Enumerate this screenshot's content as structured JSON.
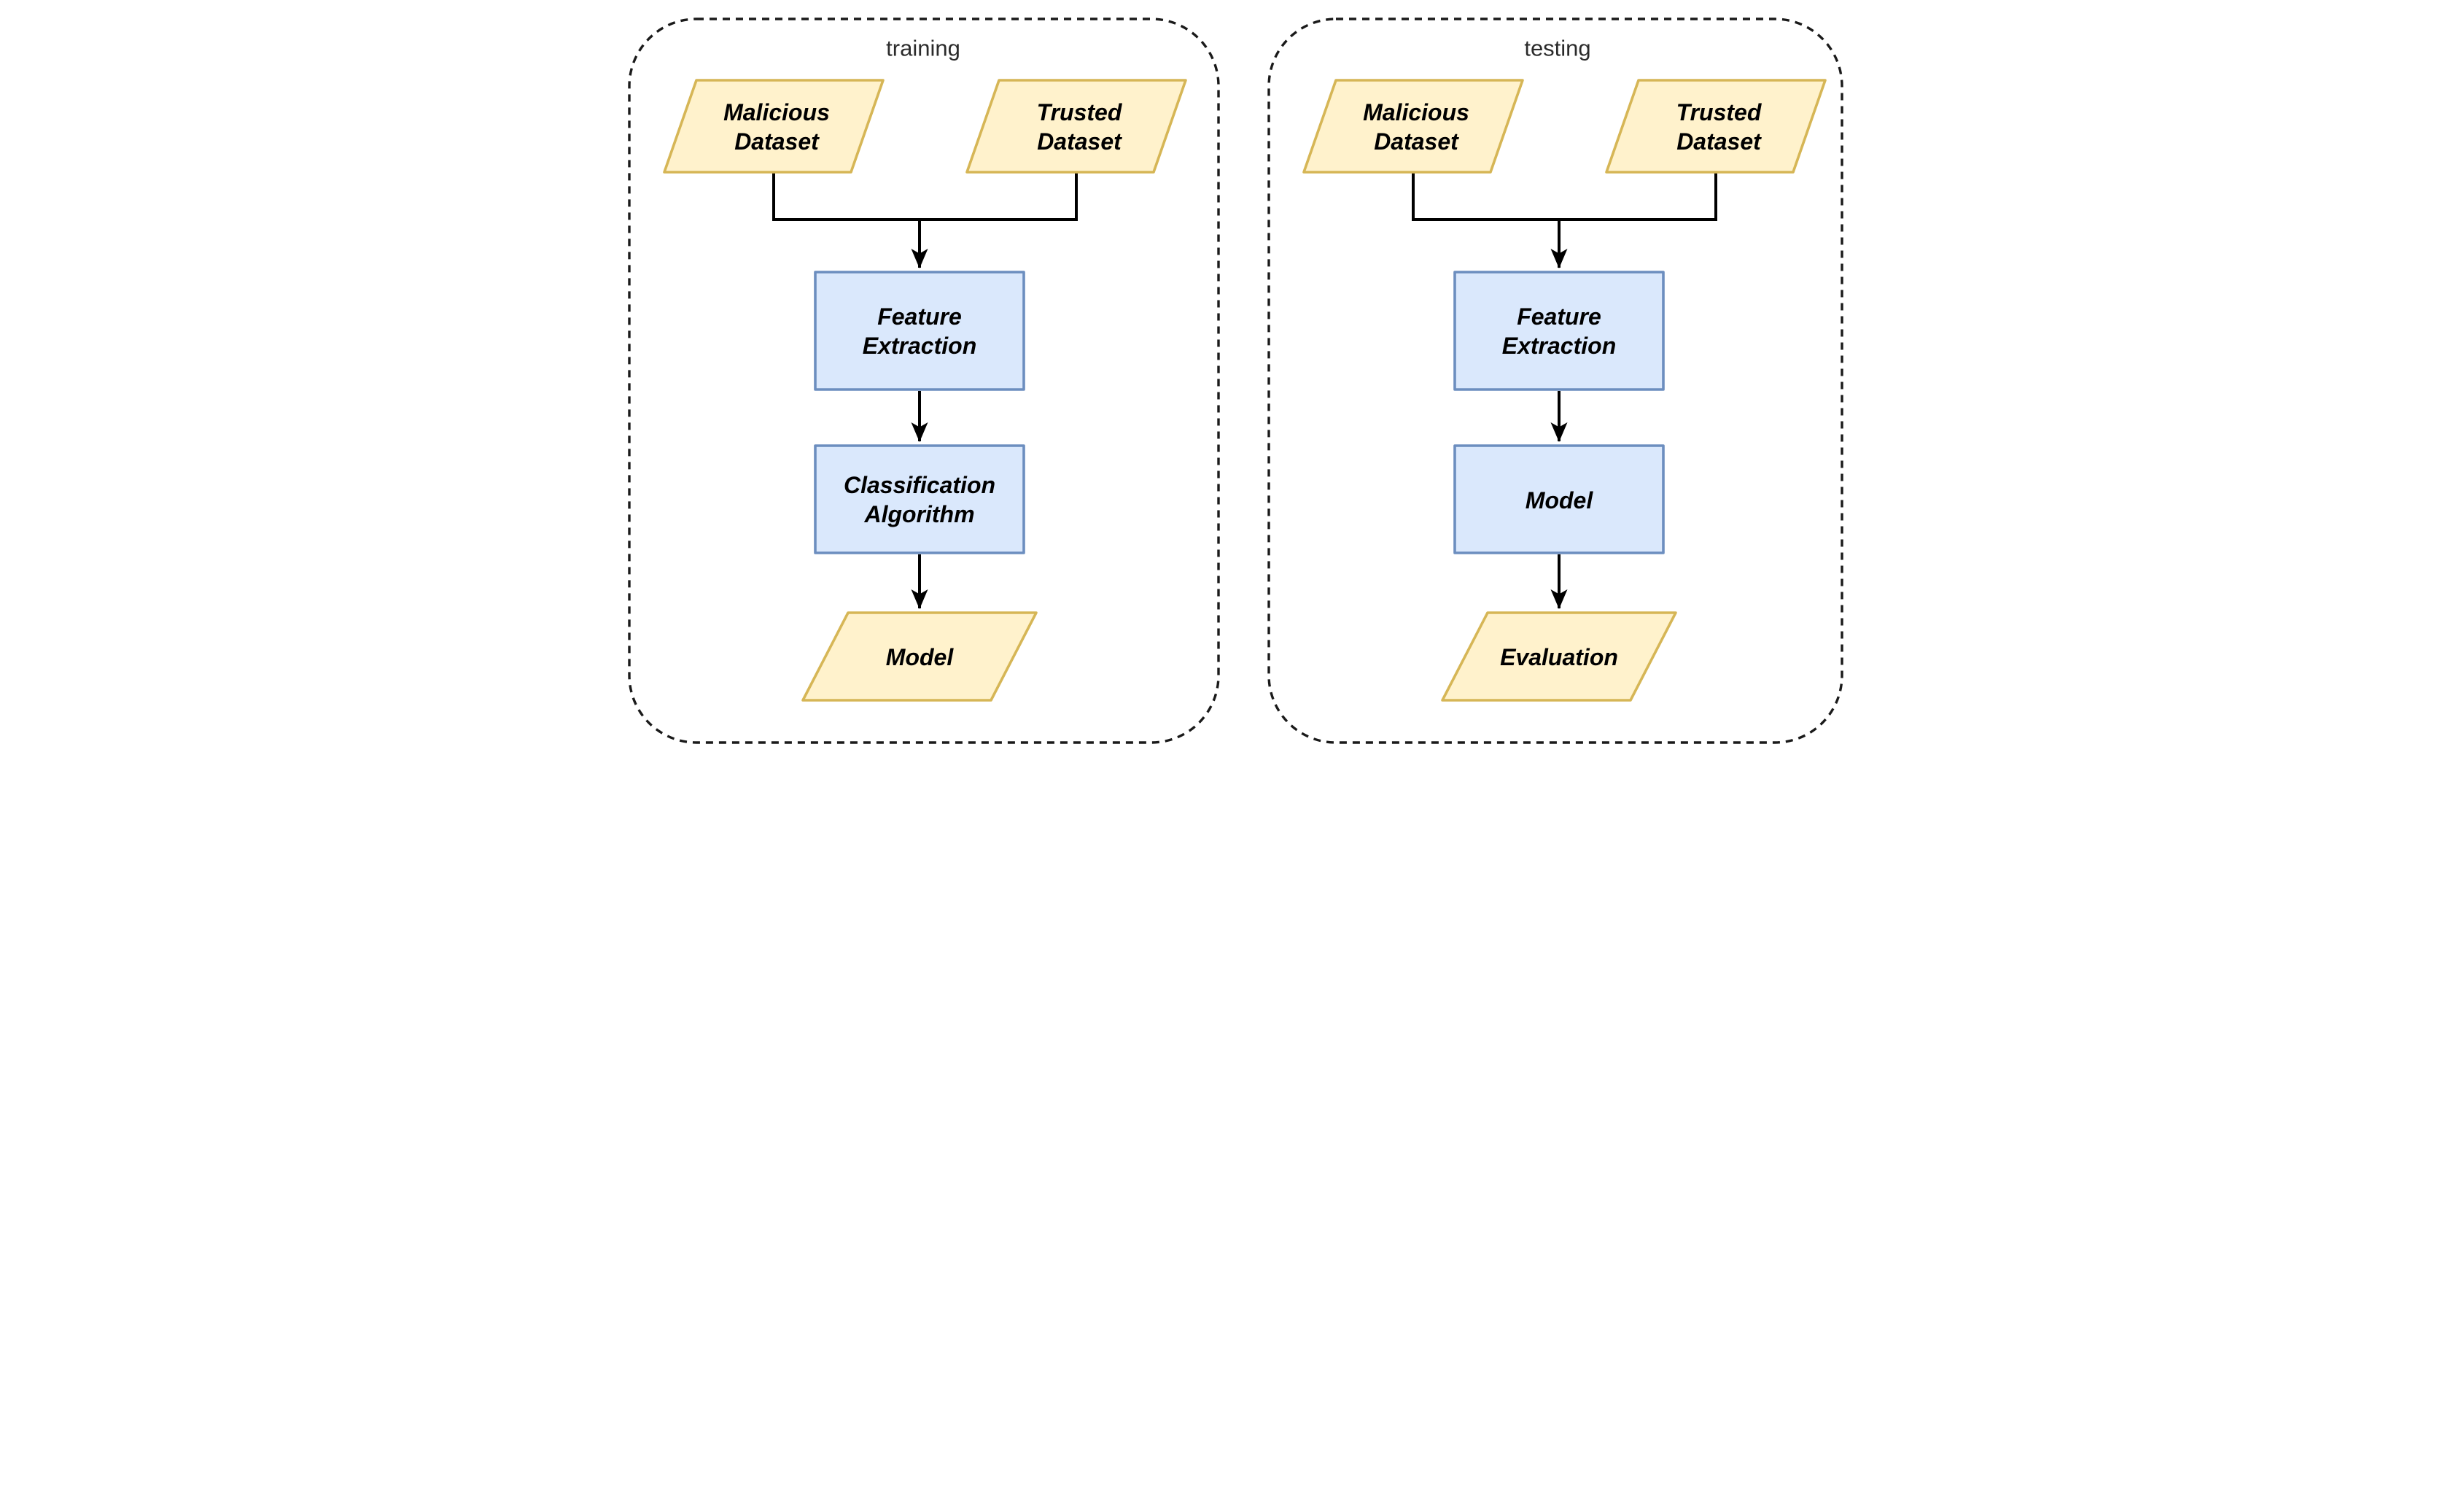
{
  "background": "#ffffff",
  "panels": [
    {
      "label": "training",
      "nodes": {
        "malicious_dataset": {
          "line1": "Malicious",
          "line2": "Dataset"
        },
        "trusted_dataset": {
          "line1": "Trusted",
          "line2": "Dataset"
        },
        "feature_extraction": {
          "line1": "Feature",
          "line2": "Extraction"
        },
        "classification_algorithm": {
          "line1": "Classification",
          "line2": "Algorithm"
        },
        "model_output": {
          "label": "Model"
        }
      }
    },
    {
      "label": "testing",
      "nodes": {
        "malicious_dataset": {
          "line1": "Malicious",
          "line2": "Dataset"
        },
        "trusted_dataset": {
          "line1": "Trusted",
          "line2": "Dataset"
        },
        "feature_extraction": {
          "line1": "Feature",
          "line2": "Extraction"
        },
        "model_box": {
          "label": "Model"
        },
        "evaluation": {
          "label": "Evaluation"
        }
      }
    }
  ],
  "colors": {
    "dataset_fill": "#FFF2CC",
    "dataset_stroke": "#D6B656",
    "process_fill": "#DAE8FC",
    "process_stroke": "#6C8EBF",
    "connector": "#000000",
    "panel_border": "#1A1A1A",
    "panel_label_text": "#2B2B2B",
    "node_label_text": "#000000"
  }
}
